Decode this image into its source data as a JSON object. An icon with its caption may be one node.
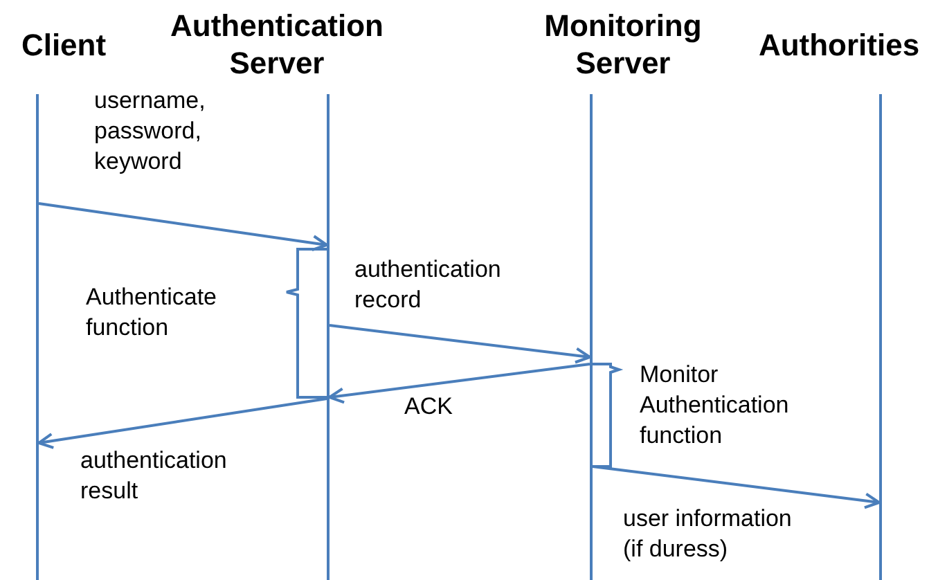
{
  "diagram": {
    "nodes": [
      {
        "text": [
          "Client"
        ]
      },
      {
        "text": [
          "Authentication Server"
        ]
      },
      {
        "text": [
          "Monitoring Server"
        ]
      },
      {
        "text": [
          "Authorities"
        ]
      },
      {
        "text": [],
        "shape": "bar"
      },
      {
        "text": [],
        "shape": "bar"
      },
      {
        "text": [],
        "shape": "bar"
      },
      {
        "text": [],
        "shape": "bar"
      }
    ],
    "edges": [
      {
        "from": 4,
        "to": 5,
        "arrow": "to",
        "label": "username, password, keyword"
      },
      {
        "from": 5,
        "to": 6,
        "arrow": "to",
        "label": "authentication record"
      },
      {
        "from": 6,
        "to": 5,
        "arrow": "to",
        "label": "ACK"
      },
      {
        "from": 5,
        "to": 4,
        "arrow": "to",
        "label": "authentication result"
      },
      {
        "from": 6,
        "to": 7,
        "arrow": "to",
        "label": "user information (if duress)"
      }
    ],
    "labels": [
      "Authenticate function",
      "Monitor Authentication function"
    ]
  }
}
